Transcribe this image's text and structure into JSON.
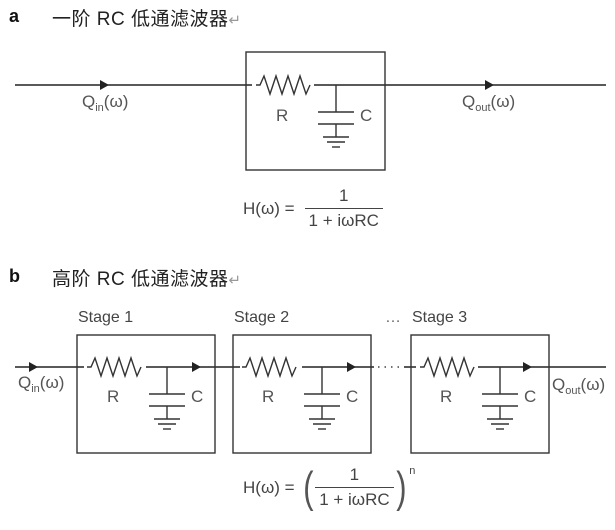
{
  "panel_a": {
    "letter": "a",
    "title": "一阶 RC 低通滤波器",
    "return_mark": "↵",
    "input_signal": {
      "base": "Q",
      "sub": "in",
      "arg": "(ω)"
    },
    "output_signal": {
      "base": "Q",
      "sub": "out",
      "arg": "(ω)"
    },
    "resistor_label": "R",
    "capacitor_label": "C",
    "formula": {
      "lhs": "H(ω) =",
      "numerator": "1",
      "denominator": "1 + iωRC"
    }
  },
  "panel_b": {
    "letter": "b",
    "title": "高阶 RC 低通滤波器",
    "return_mark": "↵",
    "input_signal": {
      "base": "Q",
      "sub": "in",
      "arg": "(ω)"
    },
    "output_signal": {
      "base": "Q",
      "sub": "out",
      "arg": "(ω)"
    },
    "ellipsis": "…",
    "stages": [
      {
        "label": "Stage 1",
        "resistor_label": "R",
        "capacitor_label": "C"
      },
      {
        "label": "Stage 2",
        "resistor_label": "R",
        "capacitor_label": "C"
      },
      {
        "label": "Stage 3",
        "resistor_label": "R",
        "capacitor_label": "C"
      }
    ],
    "formula": {
      "lhs": "H(ω) =",
      "numerator": "1",
      "denominator": "1 + iωRC",
      "exponent": "n"
    }
  }
}
